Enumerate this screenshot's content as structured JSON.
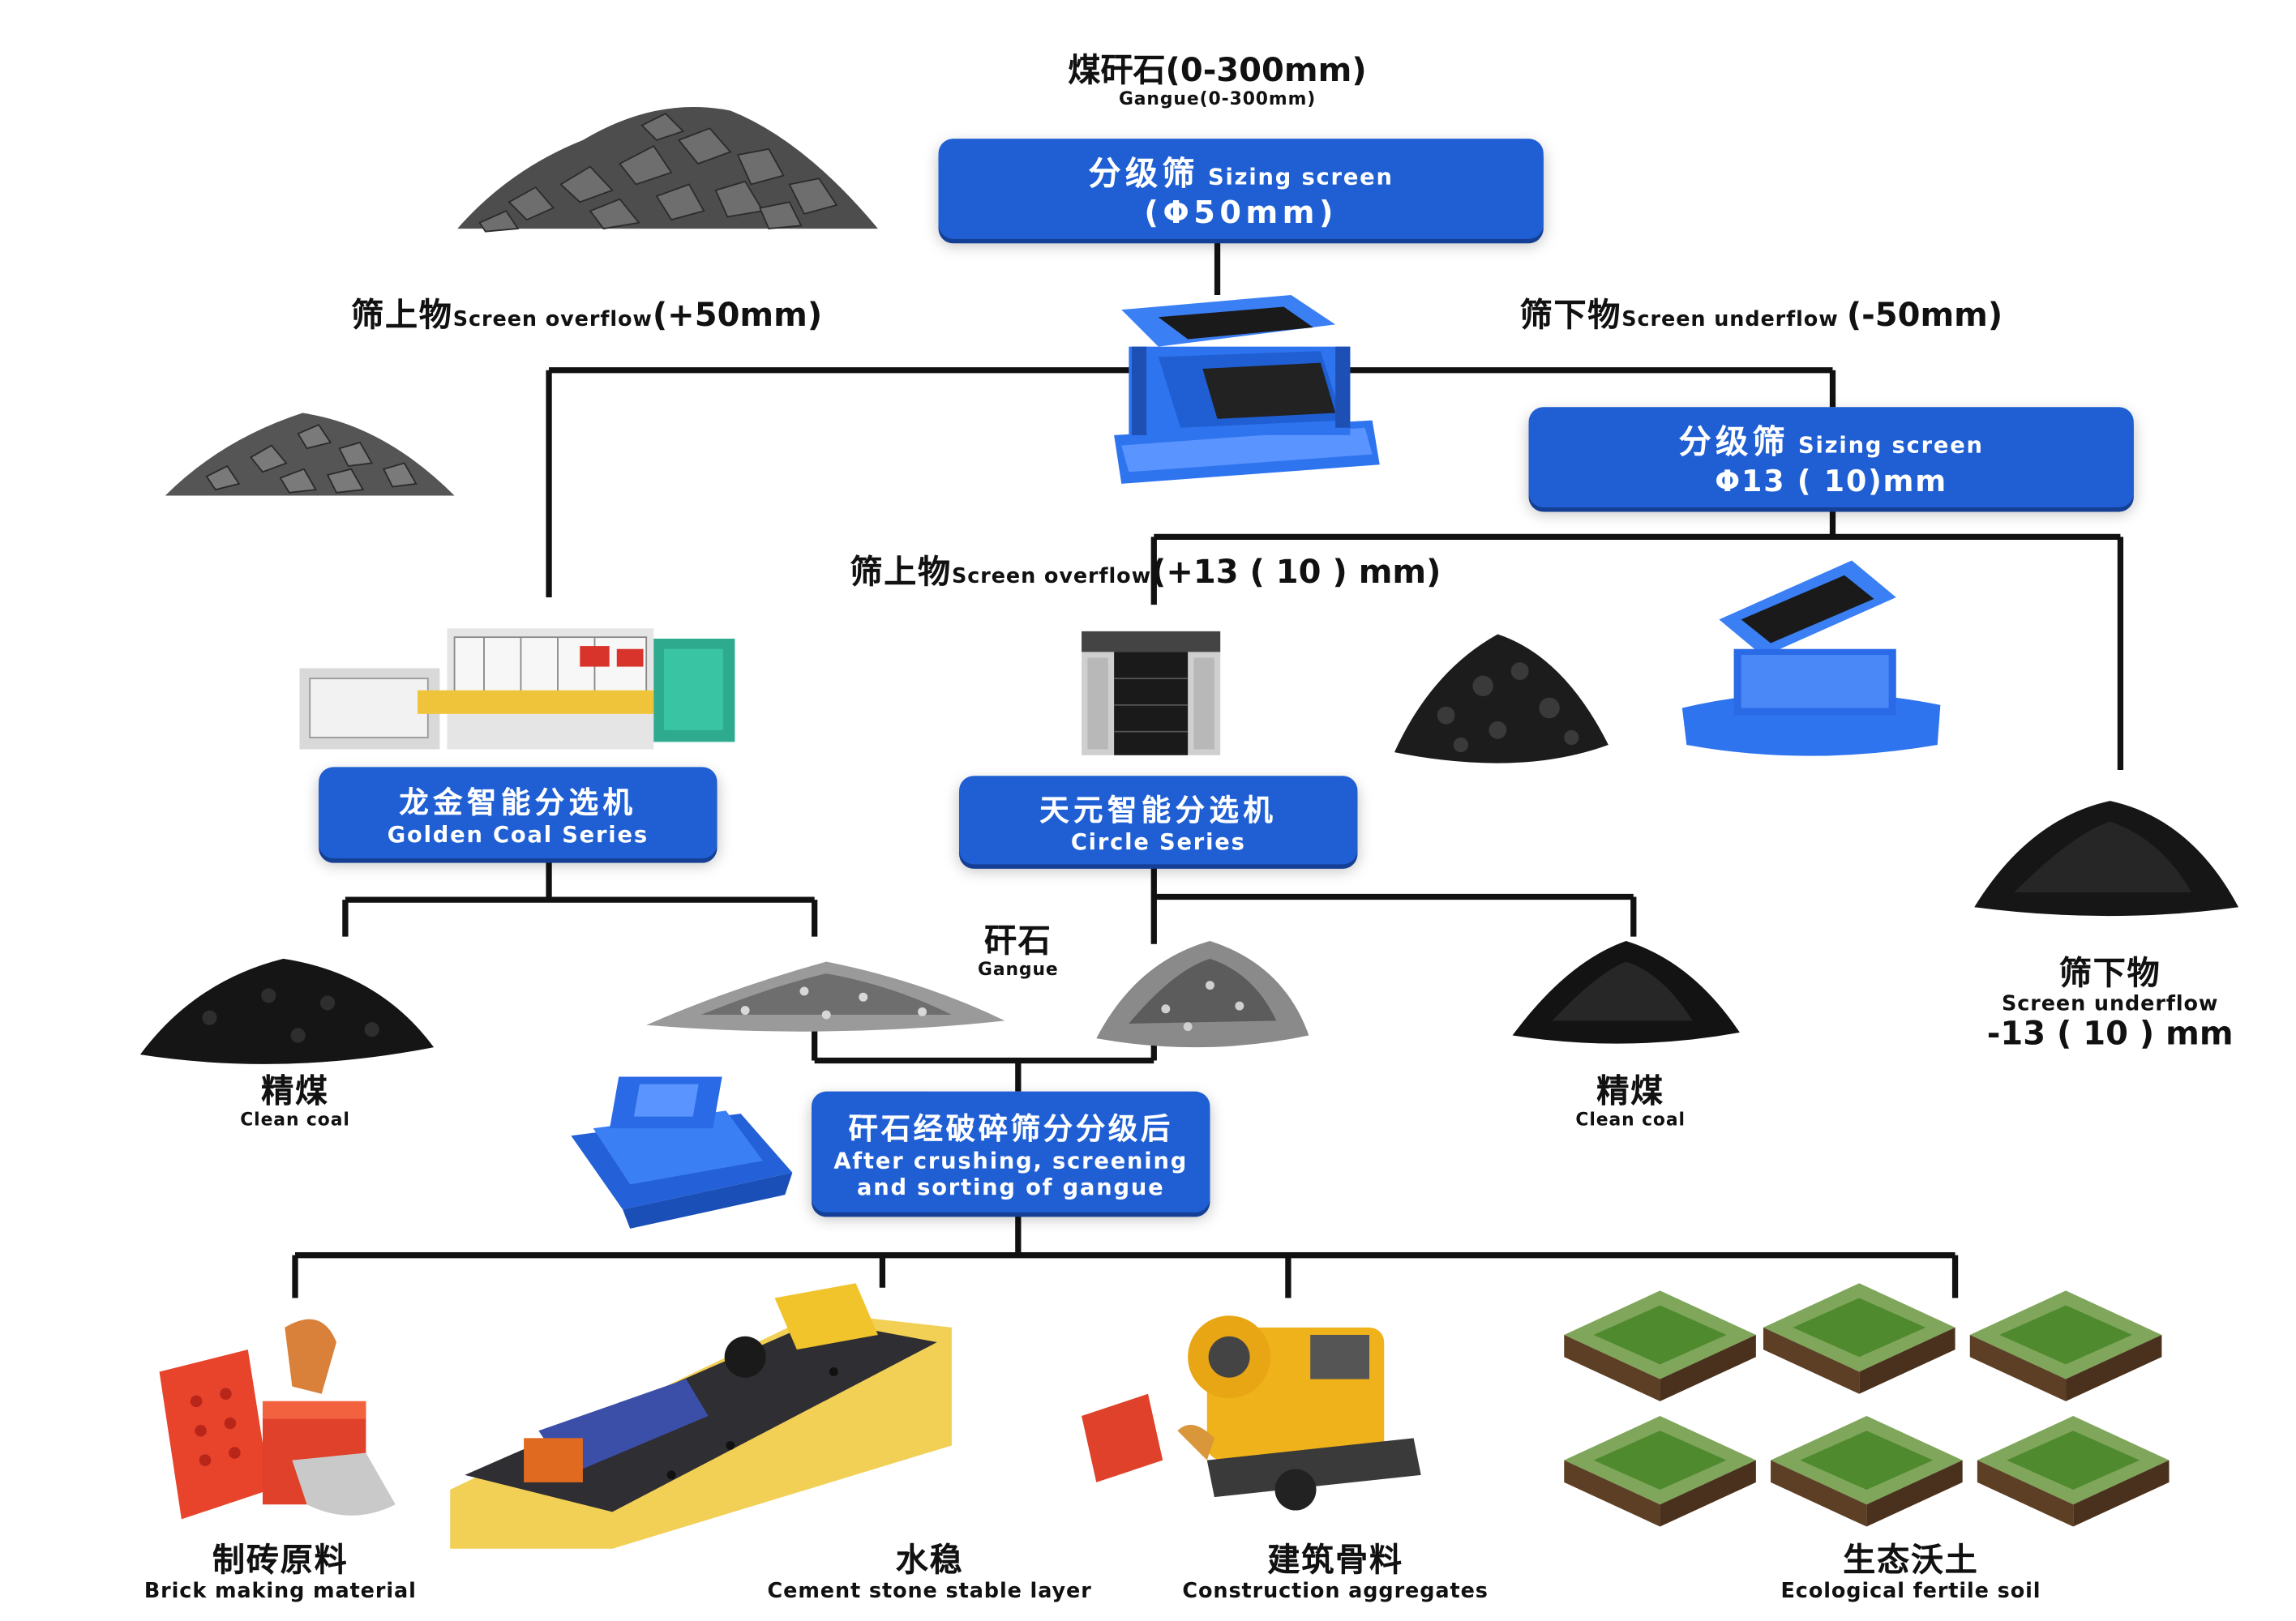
{
  "source": {
    "cn": "煤矸石(0-300mm)",
    "en": "Gangue(0-300mm)"
  },
  "screen1": {
    "cn": "分级筛",
    "en": "Sizing screen",
    "size": "(Φ50mm)"
  },
  "overflow1": {
    "cn": "筛上物",
    "en": "Screen overflow",
    "size": "(+50mm)"
  },
  "underflow1": {
    "cn": "筛下物",
    "en": "Screen underflow",
    "size": "(-50mm)"
  },
  "screen2": {
    "cn": "分级筛",
    "en": "Sizing screen",
    "size": "Φ13 ( 10)mm"
  },
  "overflow2": {
    "cn": "筛上物",
    "en": "Screen overflow",
    "size": "(+13 ( 10 ) mm)"
  },
  "sorter_golden": {
    "cn": "龙金智能分选机",
    "en": "Golden Coal Series"
  },
  "sorter_circle": {
    "cn": "天元智能分选机",
    "en": "Circle Series"
  },
  "gangue_label": {
    "cn": "矸石",
    "en": "Gangue"
  },
  "clean_coal_left": {
    "cn": "精煤",
    "en": "Clean coal"
  },
  "clean_coal_right": {
    "cn": "精煤",
    "en": "Clean coal"
  },
  "underflow2": {
    "cn": "筛下物",
    "en": "Screen underflow",
    "size": "-13 ( 10 ) mm"
  },
  "processing": {
    "cn": "矸石经破碎筛分分级后",
    "en_line1": "After crushing, screening",
    "en_line2": "and sorting of gangue"
  },
  "products": [
    {
      "cn": "制砖原料",
      "en": "Brick making material"
    },
    {
      "cn": "水稳",
      "en": "Cement stone stable layer"
    },
    {
      "cn": "建筑骨料",
      "en": "Construction aggregates"
    },
    {
      "cn": "生态沃土",
      "en": "Ecological fertile soil"
    }
  ],
  "colors": {
    "box_blue": "#1f5fd3",
    "line": "#111111",
    "coal": "#1a1a1a",
    "gangue": "#555555",
    "machine_blue": "#2a6fe8",
    "brick_red": "#e8432b",
    "road_yellow": "#f2cf55",
    "mixer_yellow": "#f0b21a",
    "soil_green": "#7fa65a"
  }
}
